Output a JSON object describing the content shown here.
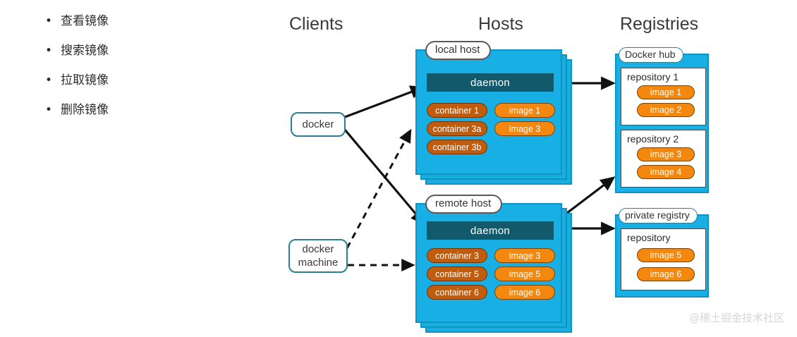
{
  "bullets": [
    {
      "marker": "•",
      "label": "查看镜像"
    },
    {
      "marker": "•",
      "label": "搜索镜像"
    },
    {
      "marker": "•",
      "label": "拉取镜像"
    },
    {
      "marker": "•",
      "label": "删除镜像"
    }
  ],
  "diagram": {
    "headers": {
      "clients": "Clients",
      "hosts": "Hosts",
      "registries": "Registries"
    },
    "clients": [
      {
        "id": "docker",
        "label": "docker"
      },
      {
        "id": "docker-machine",
        "line1": "docker",
        "line2": "machine"
      }
    ],
    "hosts": [
      {
        "id": "local-host",
        "label": "local host",
        "daemon": "daemon",
        "containers": [
          "container 1",
          "container 3a",
          "container 3b"
        ],
        "images": [
          "image 1",
          "image 3"
        ]
      },
      {
        "id": "remote-host",
        "label": "remote host",
        "daemon": "daemon",
        "containers": [
          "container 3",
          "container 5",
          "container 6"
        ],
        "images": [
          "image 3",
          "image 5",
          "image 6"
        ]
      }
    ],
    "registries": [
      {
        "id": "docker-hub",
        "label": "Docker hub",
        "repositories": [
          {
            "title": "repository 1",
            "images": [
              "image 1",
              "image 2"
            ]
          },
          {
            "title": "repository 2",
            "images": [
              "image 3",
              "image 4"
            ]
          }
        ]
      },
      {
        "id": "private-registry",
        "label": "private registry",
        "repositories": [
          {
            "title": "repository",
            "images": [
              "image 5",
              "image 6"
            ]
          }
        ]
      }
    ],
    "colors": {
      "host_card": "#18b0e4",
      "host_border": "#0f93c4",
      "daemon": "#125a6b",
      "container_pill": "#c25c0d",
      "image_pill": "#f4870d",
      "client_border": "#2a7f93"
    }
  },
  "watermark": "@稀土掘金技术社区"
}
